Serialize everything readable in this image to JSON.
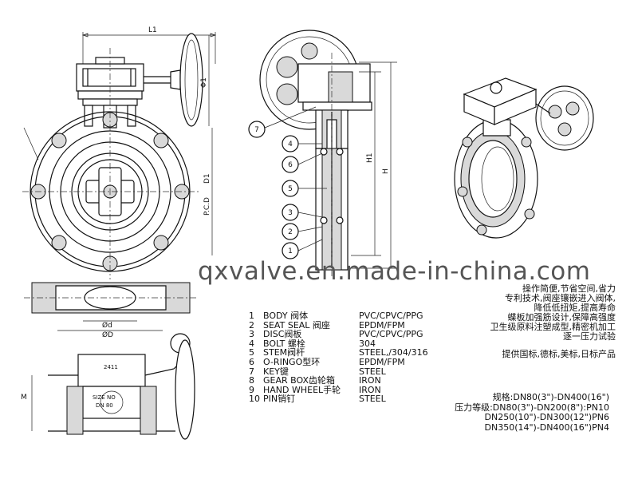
{
  "dimensions": {
    "l1": "L1",
    "phi1": "Φ1",
    "pcd": "P.C.D",
    "d1": "D1",
    "h1": "H1",
    "h": "H",
    "phi_d": "Ød",
    "phi_D": "ØD",
    "m": "M"
  },
  "callouts": [
    "7",
    "4",
    "6",
    "5",
    "3",
    "2",
    "1"
  ],
  "gearbox_plate": {
    "model": "2411",
    "tag_line1": "SIZE NO",
    "tag_line2": "DN 80"
  },
  "watermark": "qxvalve.en.made-in-china.com",
  "parts": [
    {
      "no": "1",
      "name": "BODY 阀体",
      "material": "PVC/CPVC/PPG"
    },
    {
      "no": "2",
      "name": "SEAT SEAL 阀座",
      "material": "EPDM/FPM"
    },
    {
      "no": "3",
      "name": "DISC阀板",
      "material": "PVC/CPVC/PPG"
    },
    {
      "no": "4",
      "name": "BOLT 螺栓",
      "material": "304"
    },
    {
      "no": "5",
      "name": "STEM阀杆",
      "material": "STEEL,/304/316"
    },
    {
      "no": "6",
      "name": "O-RINGO型环",
      "material": "EPDM/FPM"
    },
    {
      "no": "7",
      "name": "KEY键",
      "material": "STEEL"
    },
    {
      "no": "8",
      "name": "GEAR BOX齿轮箱",
      "material": "IRON"
    },
    {
      "no": "9",
      "name": "HAND WHEEL手轮",
      "material": "IRON"
    },
    {
      "no": "10",
      "name": "PIN销钉",
      "material": "STEEL"
    }
  ],
  "features": [
    "操作简便,节省空间,省力",
    "专利技术,阀座镶嵌进入阀体,",
    "降低低扭矩,提高寿命",
    "蝶板加强筋设计,保障高强度",
    "卫生级原料注塑成型,精密机加工",
    "逐一压力试验"
  ],
  "standards": "提供国标,德标,美标,日标产品",
  "specs": [
    "规格:DN80(3\")-DN400(16\")",
    "压力等级:DN80(3\")-DN200(8\"):PN10",
    "DN250(10\")-DN300(12\")PN6",
    "DN350(14\")-DN400(16\")PN4"
  ]
}
